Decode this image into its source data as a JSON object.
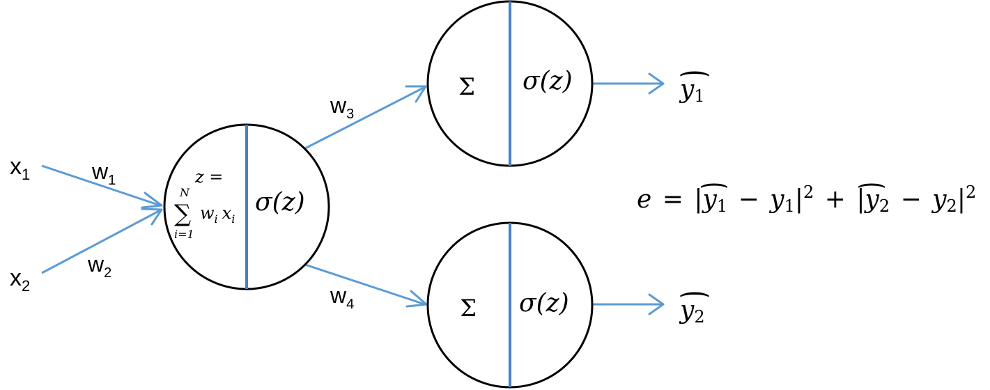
{
  "colors": {
    "edge": "#5b9bd5",
    "divider": "#4a7fc4",
    "node_stroke": "#000000",
    "background": "#ffffff"
  },
  "inputs": [
    {
      "base": "x",
      "sub": "1"
    },
    {
      "base": "x",
      "sub": "2"
    }
  ],
  "weights": [
    {
      "base": "w",
      "sub": "1"
    },
    {
      "base": "w",
      "sub": "2"
    },
    {
      "base": "w",
      "sub": "3"
    },
    {
      "base": "w",
      "sub": "4"
    }
  ],
  "hidden_node": {
    "sum_line1": "z =",
    "sum_upper": "N",
    "sum_symbol": "∑",
    "sum_lower": "i=1",
    "sum_w": "w",
    "sum_w_sub": "i",
    "sum_x": "x",
    "sum_x_sub": "i",
    "activation": "σ(z)"
  },
  "output_nodes": [
    {
      "sum_symbol": "Σ",
      "activation": "σ(z)"
    },
    {
      "sum_symbol": "Σ",
      "activation": "σ(z)"
    }
  ],
  "outputs": [
    {
      "base": "y",
      "hat": "⌢",
      "sub": "1"
    },
    {
      "base": "y",
      "hat": "⌢",
      "sub": "2"
    }
  ],
  "error_formula": {
    "lhs": "e",
    "eq": "=",
    "bar": "|",
    "yhat1_base": "y",
    "yhat1_sub": "1",
    "minus": "−",
    "y1_base": "y",
    "y1_sub": "1",
    "sq": "2",
    "plus": "+",
    "yhat2_base": "y",
    "yhat2_sub": "2",
    "y2_base": "y",
    "y2_sub": "2",
    "hat": "⌢"
  }
}
